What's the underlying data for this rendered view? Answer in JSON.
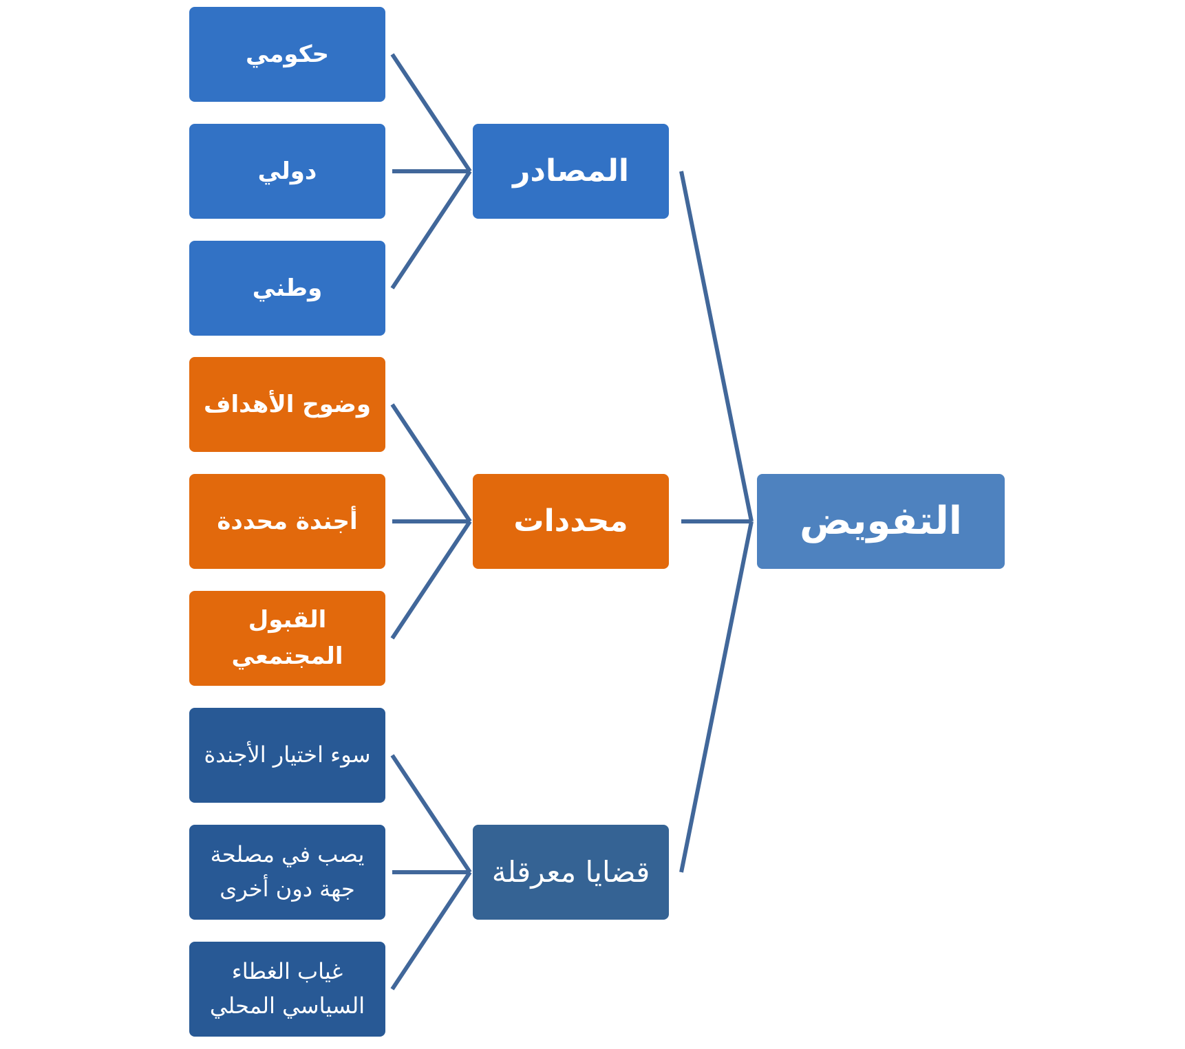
{
  "root": {
    "label": "التفويض",
    "color": "#4e82bf"
  },
  "line_color": "#41679a",
  "groups": [
    {
      "label": "المصادر",
      "color": "#3272c5",
      "items": [
        "حكومي",
        "دولي",
        "وطني"
      ]
    },
    {
      "label": "محددات",
      "color": "#e2690c",
      "items": [
        "وضوح الأهداف",
        "أجندة محددة",
        "القبول المجتمعي"
      ]
    },
    {
      "label": "قضايا معرقلة",
      "color": "#356394",
      "items": [
        "سوء اختيار الأجندة",
        "يصب في مصلحة جهة دون أخرى",
        "غياب الغطاء السياسي المحلي"
      ]
    }
  ]
}
